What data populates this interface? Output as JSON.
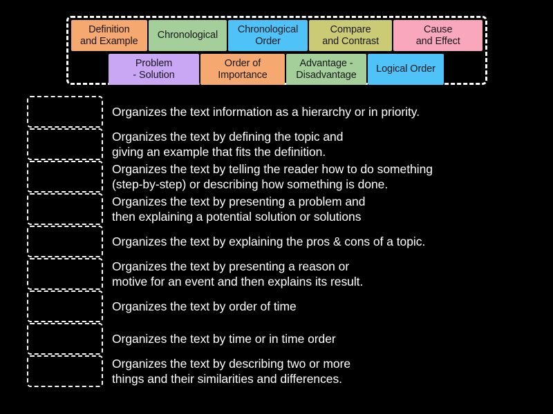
{
  "activity": {
    "background_color": "#000000",
    "text_color": "#ffffff",
    "tray_border_color": "#ffffff"
  },
  "tray": {
    "rows": [
      {
        "tiles": [
          {
            "label": "Definition\nand Example",
            "color": "#F5A970",
            "width": 110
          },
          {
            "label": "Chronological",
            "color": "#A5CF9A",
            "width": 114
          },
          {
            "label": "Chronological\nOrder",
            "color": "#4FC3F7",
            "width": 115
          },
          {
            "label": "Compare\nand Contrast",
            "color": "#CBCB75",
            "width": 121
          },
          {
            "label": "Cause\nand Effect",
            "color": "#F9A7BC",
            "width": 129
          }
        ]
      },
      {
        "tiles": [
          {
            "label": "Problem\n- Solution",
            "color": "#C9A7F5",
            "width": 131
          },
          {
            "label": "Order of\nImportance",
            "color": "#F5A970",
            "width": 122
          },
          {
            "label": "Advantage -\nDisadvantage",
            "color": "#A5CF9A",
            "width": 116
          },
          {
            "label": "Logical Order",
            "color": "#4FC3F7",
            "width": 110
          }
        ]
      }
    ]
  },
  "answers": [
    {
      "text": "Organizes the text information as a hierarchy or in priority.",
      "drop_zone_placeholder": ""
    },
    {
      "text": "Organizes the text by defining the topic and\ngiving an example that fits the definition.",
      "drop_zone_placeholder": ""
    },
    {
      "text": "Organizes the text by telling the reader how to do something\n(step-by-step) or describing how something is done.",
      "drop_zone_placeholder": ""
    },
    {
      "text": "Organizes the text by presenting a problem and\nthen explaining a potential solution or solutions",
      "drop_zone_placeholder": ""
    },
    {
      "text": "Organizes the text by explaining the pros & cons of a topic.",
      "drop_zone_placeholder": ""
    },
    {
      "text": "Organizes the text by presenting a reason or\nmotive for an event and then explains its result.",
      "drop_zone_placeholder": ""
    },
    {
      "text": "Organizes the text by order of time",
      "drop_zone_placeholder": ""
    },
    {
      "text": "Organizes the text by time or in time order",
      "drop_zone_placeholder": ""
    },
    {
      "text": "Organizes the text by describing two or more\nthings and their similarities and differences.",
      "drop_zone_placeholder": ""
    }
  ]
}
